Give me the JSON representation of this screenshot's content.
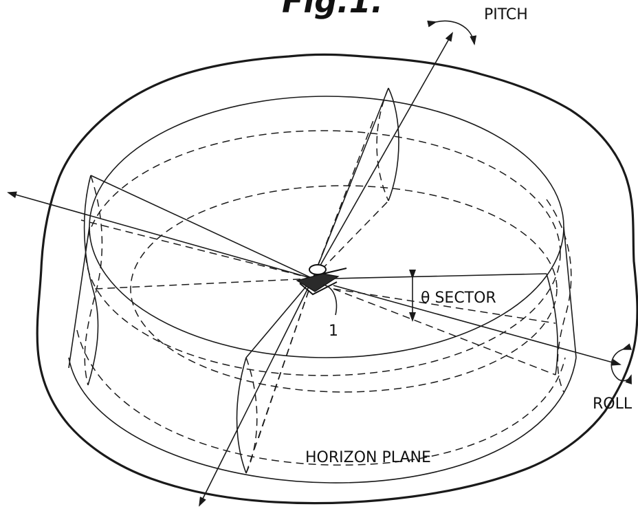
{
  "figure": {
    "title": "Fig.1.",
    "labels": {
      "pitch": "PITCH",
      "roll": "ROLL",
      "sector": "θ SECTOR",
      "horizon": "HORIZON PLANE",
      "vehicle_ref": "1"
    }
  }
}
